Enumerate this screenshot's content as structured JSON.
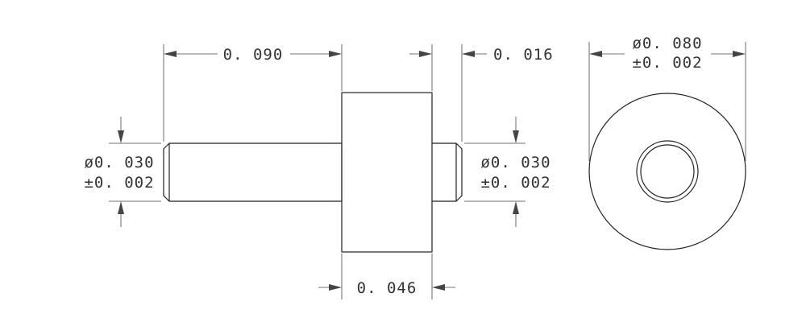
{
  "side_view": {
    "dim_length_pin": "0. 090",
    "dim_length_pin_end": "0. 016",
    "dim_flange_width": "0. 046",
    "dim_pin_left_dia": "ø0. 030",
    "dim_pin_left_tol": "±0. 002",
    "dim_pin_right_dia": "ø0. 030",
    "dim_pin_right_tol": "±0. 002"
  },
  "end_view": {
    "dim_outer_dia": "ø0. 080",
    "dim_outer_tol": "±0. 002"
  },
  "colors": {
    "line": "#222222",
    "background": "#ffffff"
  }
}
